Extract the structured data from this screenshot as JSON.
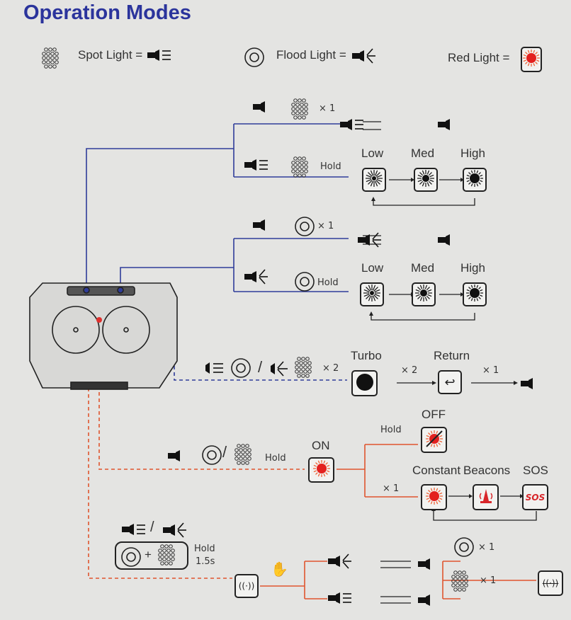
{
  "title": "Operation Modes",
  "legend": {
    "spot": "Spot Light =",
    "flood": "Flood Light =",
    "red": "Red Light ="
  },
  "colors": {
    "blue": "#2f3c9a",
    "red": "#e0552e",
    "title": "#2b349c"
  },
  "spot_section": {
    "press": "× 1",
    "hold": "Hold",
    "levels": [
      "Low",
      "Med",
      "High"
    ]
  },
  "flood_section": {
    "press": "× 1",
    "hold": "Hold",
    "levels": [
      "Low",
      "Med",
      "High"
    ]
  },
  "turbo_section": {
    "slash": "/",
    "press": "× 2",
    "turbo": "Turbo",
    "ret": "Return",
    "x2": "× 2",
    "x1": "× 1"
  },
  "red_section": {
    "slash": "/",
    "hold_label": "Hold",
    "on": "ON",
    "off": "OFF",
    "hold": "Hold",
    "x1": "× 1",
    "modes": [
      "Constant",
      "Beacons",
      "SOS"
    ],
    "sos_icon_text": "SOS"
  },
  "lock_section": {
    "slash": "/",
    "plus": "+",
    "hold": "Hold",
    "time": "1.5s",
    "flood_press": "× 1",
    "spot_press": "× 1"
  }
}
